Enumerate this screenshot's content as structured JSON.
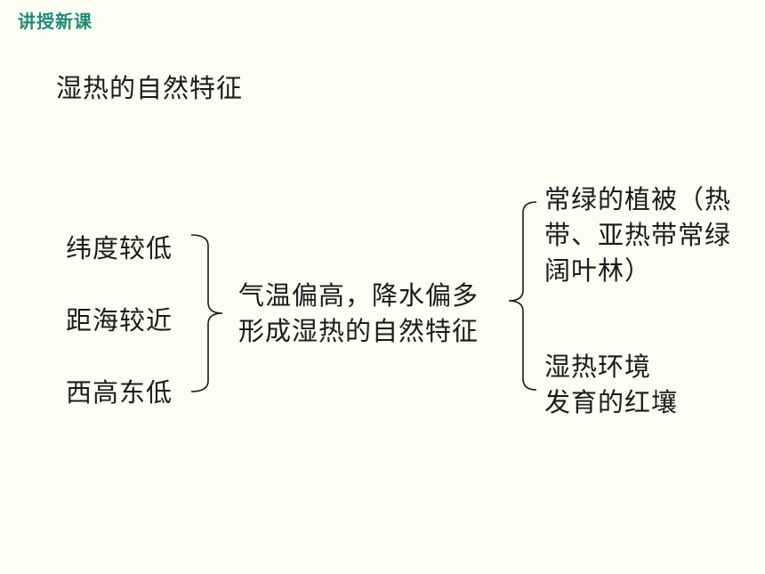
{
  "section_tag": "讲授新课",
  "title": "湿热的自然特征",
  "causes": [
    "纬度较低",
    "距海较近",
    "西高东低"
  ],
  "middle": {
    "line1": "气温偏高，降水偏多",
    "line2": "形成湿热的自然特征"
  },
  "results": {
    "vegetation": {
      "line1": "常绿的植被（热",
      "line2": "带、亚热带常绿",
      "line3": "阔叶林）"
    },
    "soil": {
      "line1": "湿热环境",
      "line2": "发育的红壤"
    }
  }
}
